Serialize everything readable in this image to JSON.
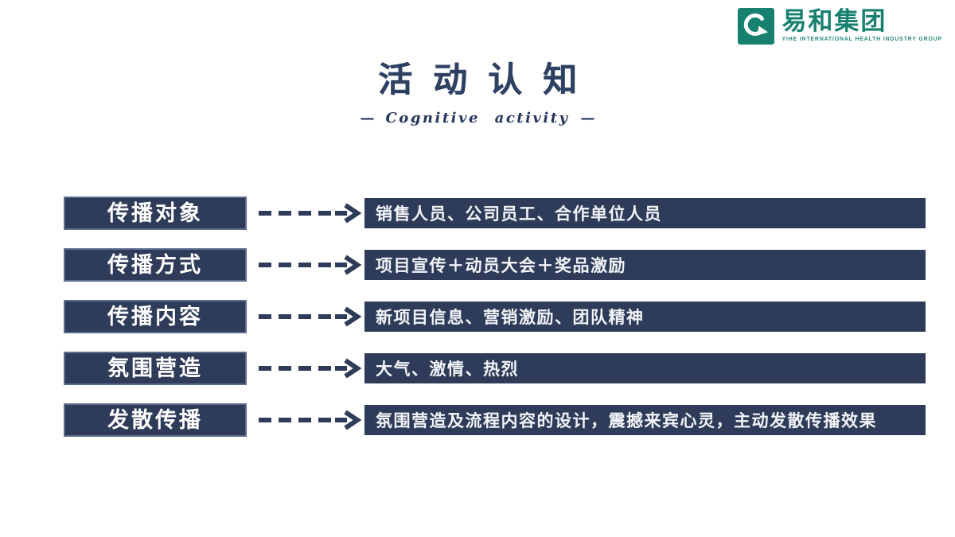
{
  "logo": {
    "icon": "circular-arrow-brand-icon",
    "company": "易和集团",
    "tagline": "YIHE INTERNATIONAL HEALTH INDUSTRY GROUP",
    "brand_color": "#17806f"
  },
  "header": {
    "title": "活动认知",
    "dash": "—",
    "subtitle": "Cognitive activity",
    "title_color": "#2e4163"
  },
  "rows": [
    {
      "label": "传播对象",
      "content": "销售人员、公司员工、合作单位人员"
    },
    {
      "label": "传播方式",
      "content": "项目宣传＋动员大会＋奖品激励"
    },
    {
      "label": "传播内容",
      "content": "新项目信息、营销激励、团队精神"
    },
    {
      "label": "氛围营造",
      "content": "大气、激情、热烈"
    },
    {
      "label": "发散传播",
      "content": "氛围营造及流程内容的设计，震撼来宾心灵，主动发散传播效果"
    }
  ],
  "colors": {
    "navy": "#2e3c59",
    "label_border": "#5d6d8f",
    "text_on_navy": "#f2f4f8",
    "background": "#ffffff"
  }
}
